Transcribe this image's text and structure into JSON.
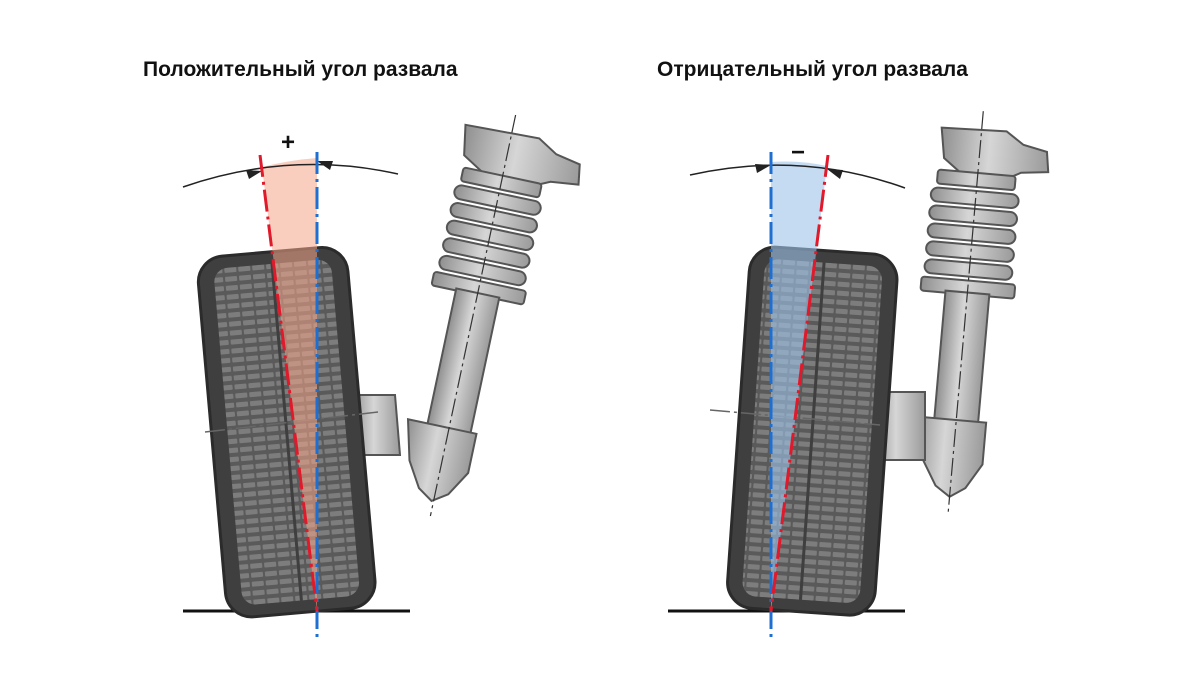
{
  "titles": {
    "positive": "Положительный угол развала",
    "negative": "Отрицательный угол развала"
  },
  "signs": {
    "positive": "+",
    "negative": "−"
  },
  "colors": {
    "vertical_axis": "#1f6fd1",
    "wheel_axis": "#e0192b",
    "positive_sector": "#f4a58a",
    "negative_sector": "#9fc3ea",
    "tire_dark": "#4a4a4a",
    "tire_tread": "#8a8a8a",
    "strut_metal": "#b8b8b8"
  },
  "icons": [
    "positive-camber-diagram",
    "negative-camber-diagram"
  ]
}
